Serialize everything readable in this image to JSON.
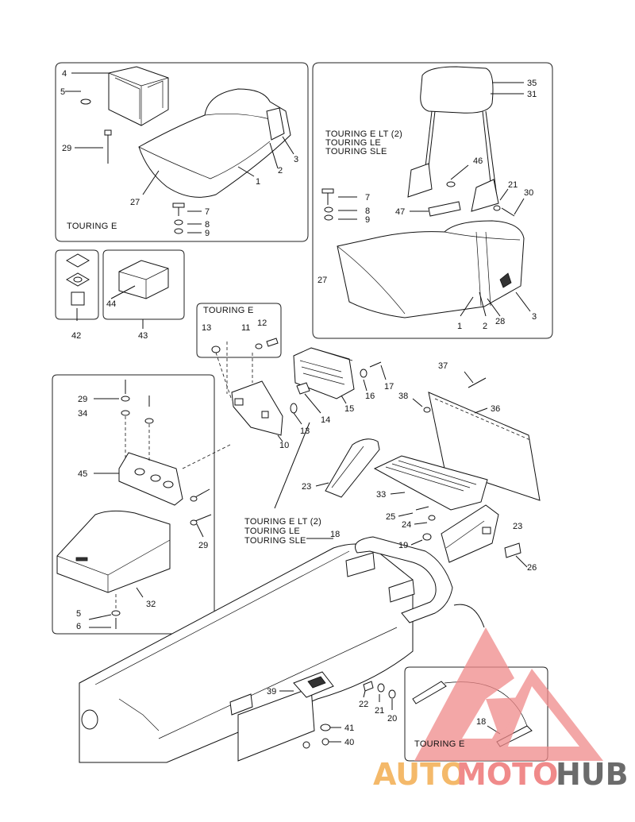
{
  "captions": {
    "touring_e_topleft": "TOURING E",
    "touring_variants": [
      "TOURING E LT (2)",
      "TOURING LE",
      "TOURING SLE"
    ],
    "touring_e_light": "TOURING E",
    "touring_variants_bottom": [
      "TOURING E LT (2)",
      "TOURING LE",
      "TOURING SLE"
    ],
    "touring_e_bottomright": "TOURING E"
  },
  "callouts": {
    "p4": "4",
    "p5a": "5",
    "p29a": "29",
    "p27a": "27",
    "p1a": "1",
    "p2a": "2",
    "p3a": "3",
    "p7a": "7",
    "p8a": "8",
    "p9a": "9",
    "p35": "35",
    "p31": "31",
    "p46": "46",
    "p21a": "21",
    "p30": "30",
    "p7b": "7",
    "p8b": "8",
    "p9b": "9",
    "p47": "47",
    "p27b": "27",
    "p1b": "1",
    "p2b": "2",
    "p28": "28",
    "p3b": "3",
    "p42": "42",
    "p44": "44",
    "p43": "43",
    "p13a": "13",
    "p11": "11",
    "p12": "12",
    "p16": "16",
    "p17": "17",
    "p15": "15",
    "p14": "14",
    "p13b": "13",
    "p10": "10",
    "p37": "37",
    "p38": "38",
    "p36": "36",
    "p29b": "29",
    "p34": "34",
    "p45": "45",
    "p29c": "29",
    "p32": "32",
    "p5b": "5",
    "p6": "6",
    "p23a": "23",
    "p33": "33",
    "p25": "25",
    "p24": "24",
    "p23b": "23",
    "p19": "19",
    "p26": "26",
    "p18a": "18",
    "p39": "39",
    "p22": "22",
    "p21b": "21",
    "p20": "20",
    "p41": "41",
    "p40": "40",
    "p18b": "18"
  },
  "watermark": {
    "word_part1": "AUTO",
    "word_part2": "MOTO",
    "word_part3": "HUB",
    "color_primary": "#f08a8a",
    "color_accent": "#f4b96a",
    "color_dark": "#6b6b6b"
  }
}
